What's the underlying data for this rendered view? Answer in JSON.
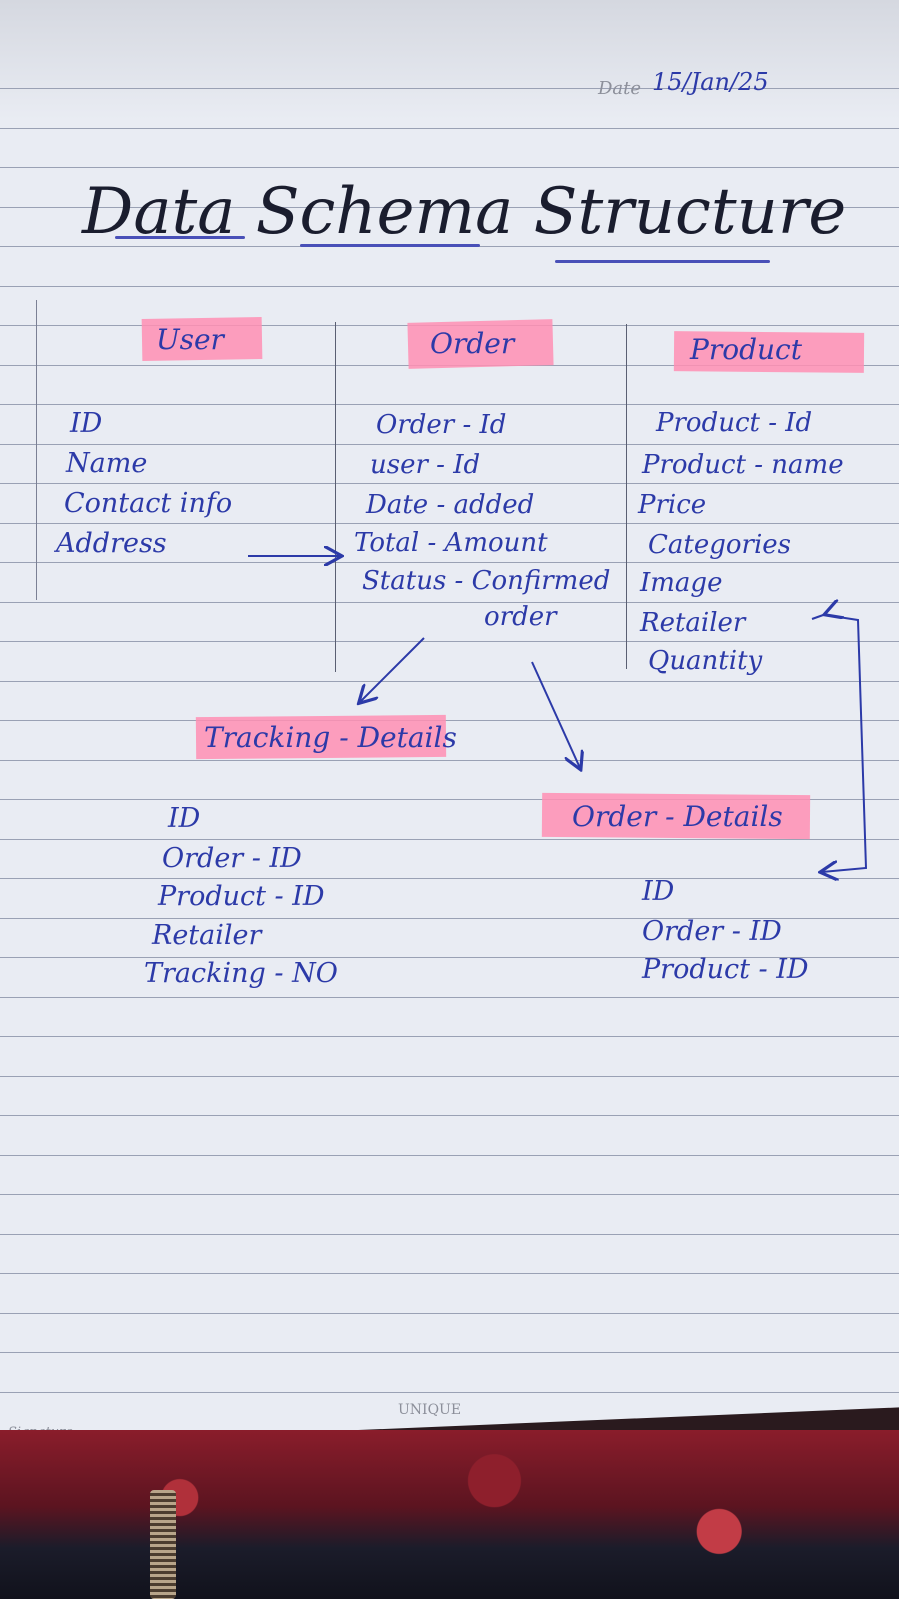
{
  "paper": {
    "date_label": "Date",
    "date_value": "15/Jan/25",
    "signature_label": "Signature",
    "brand": "UNIQUE"
  },
  "title": "Data Schema Structure",
  "entities": {
    "user": {
      "header": "User",
      "fields": [
        "ID",
        "Name",
        "Contact info",
        "Address"
      ]
    },
    "order": {
      "header": "Order",
      "fields": [
        "Order - Id",
        "user - Id",
        "Date - added",
        "Total - Amount",
        "Status - Confirmed",
        "order"
      ]
    },
    "product": {
      "header": "Product",
      "fields": [
        "Product - Id",
        "Product - name",
        "Price",
        "Categories",
        "Image",
        "Retailer",
        "Quantity"
      ]
    },
    "tracking": {
      "header": "Tracking - Details",
      "fields": [
        "ID",
        "Order - ID",
        "Product - ID",
        "Retailer",
        "Tracking - NO"
      ]
    },
    "order_details": {
      "header": "Order - Details",
      "fields": [
        "ID",
        "Order - ID",
        "Product - ID"
      ]
    }
  },
  "colors": {
    "ink": "#2c3aa8",
    "highlight": "#ff8fb3",
    "paper": "#e9ecf3",
    "rule": "#9aa1b4"
  }
}
